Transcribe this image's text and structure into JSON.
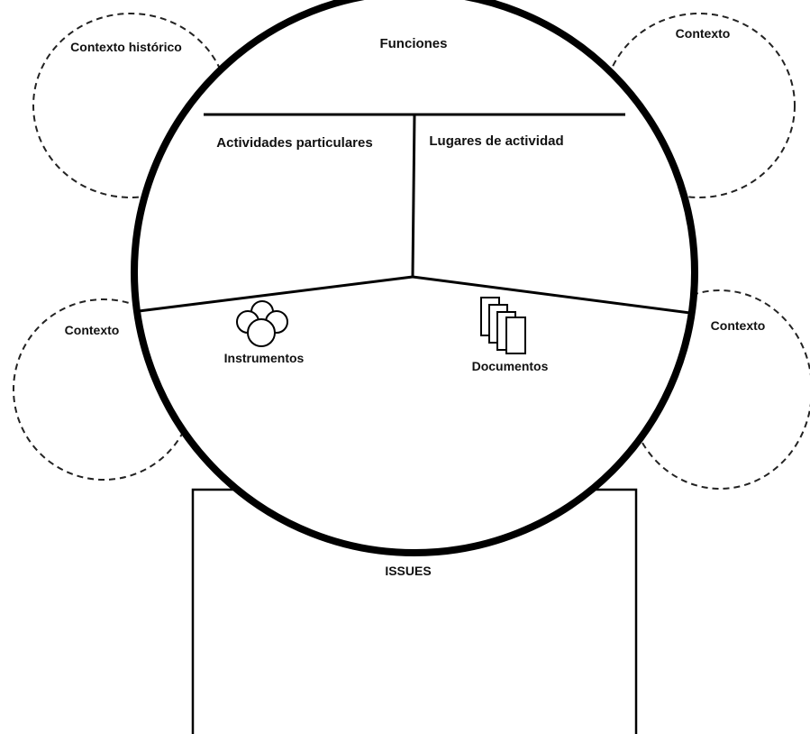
{
  "diagram": {
    "labels": {
      "funciones": "Funciones",
      "actividades": "Actividades particulares",
      "lugares": "Lugares de actividad",
      "instrumentos": "Instrumentos",
      "documentos": "Documentos",
      "issues": "ISSUES"
    },
    "contexts": {
      "top_left": "Contexto histórico",
      "top_right": "Contexto",
      "mid_left": "Contexto",
      "mid_right": "Contexto"
    },
    "icons": {
      "instrumentos": "circles-cluster-icon",
      "documentos": "stacked-documents-icon"
    }
  }
}
